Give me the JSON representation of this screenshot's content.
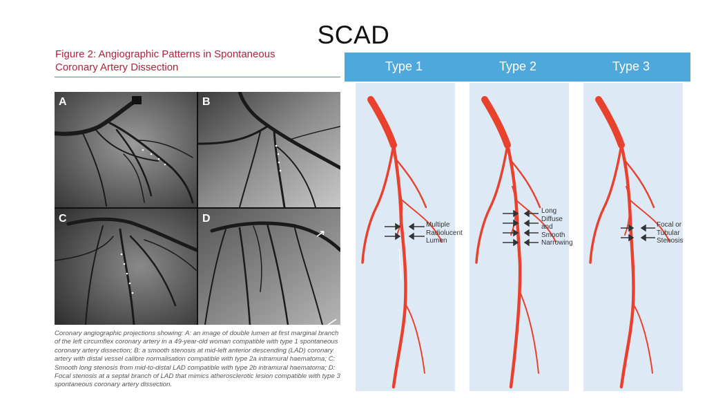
{
  "slide": {
    "title": "SCAD"
  },
  "figure": {
    "title_line1": "Figure 2: Angiographic Patterns in Spontaneous",
    "title_line2": "Coronary Artery Dissection",
    "panels": [
      {
        "label": "A"
      },
      {
        "label": "B"
      },
      {
        "label": "C"
      },
      {
        "label": "D"
      }
    ],
    "caption": "Coronary angiographic projections showing: A: an image of double lumen at first marginal branch of the left circumflex coronary artery in a 49-year-old woman compatible with type 1 spontaneous coronary artery dissection; B: a smooth stenosis at mid-left anterior descending (LAD) coronary artery with distal vessel calibre normalisation compatible with type 2a intramural haematoma; C: Smooth long stenosis from mid-to-distal LAD compatible with type 2b intramural haematoma; D: Focal stenosis at a septal branch of LAD that mimics atherosclerotic lesion compatible with type 3 spontaneous coronary artery dissection."
  },
  "types": [
    {
      "heading": "Type 1",
      "annotation": [
        "Multiple",
        "Radiolucent",
        "Lumen"
      ]
    },
    {
      "heading": "Type 2",
      "annotation": [
        "Long",
        "Diffuse",
        "and",
        "Smooth",
        "Narrowing"
      ]
    },
    {
      "heading": "Type 3",
      "annotation": [
        "Focal or",
        "Tubular",
        "Stenosis"
      ]
    }
  ],
  "colors": {
    "header_blue": "#4ea8dc",
    "column_bg": "#dde9f5",
    "artery_red": "#e8422e",
    "figure_title": "#b0223c"
  }
}
